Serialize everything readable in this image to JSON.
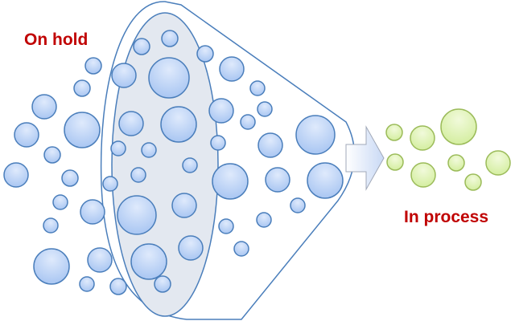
{
  "labels": {
    "on_hold": "On hold",
    "in_process": "In process"
  },
  "colors": {
    "text": "#c00000",
    "blue_stroke": "#4a7ebb",
    "green_stroke": "#9bbb59",
    "funnel_fill": "#e3e8f0"
  },
  "counts": {
    "blue_bubbles": 47,
    "green_bubbles": 8
  }
}
